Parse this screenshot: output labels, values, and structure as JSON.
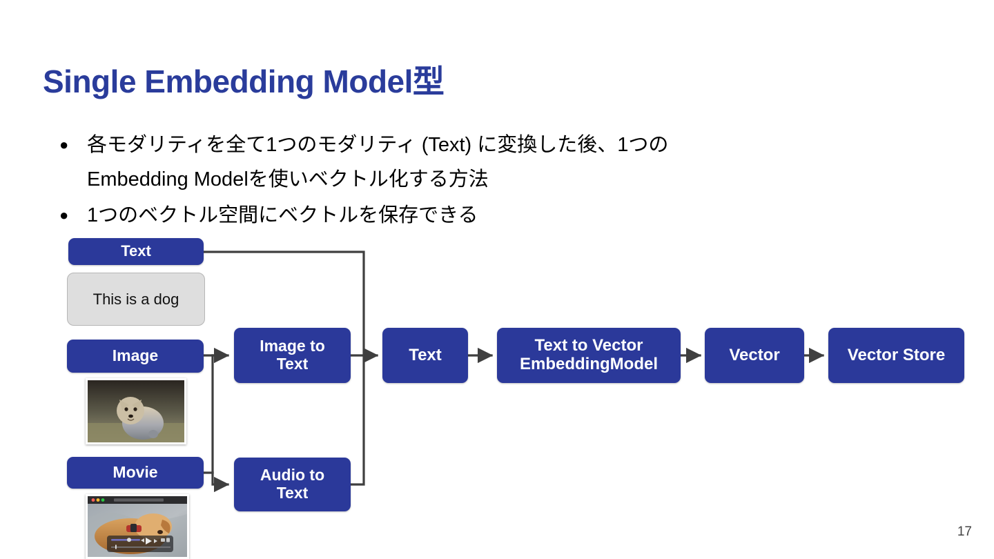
{
  "slide": {
    "title": "Single Embedding Model型",
    "page_number": "17",
    "title_color": "#2a3c9b",
    "node_color": "#2b399a",
    "text_sample_box_color": "#dedede",
    "background": "#ffffff"
  },
  "bullets": [
    {
      "marker": "●",
      "text": "各モダリティを全て1つのモダリティ (Text) に変換した後、1つの\nEmbedding Modelを使いベクトル化する方法"
    },
    {
      "marker": "●",
      "text": "1つのベクトル空間にベクトルを保存できる"
    }
  ],
  "diagram": {
    "nodes": {
      "text_source": "Text",
      "text_sample": "This is a dog",
      "image_source": "Image",
      "movie_source": "Movie",
      "image_to_text": "Image to\nText",
      "audio_to_text": "Audio to\nText",
      "text_unified": "Text",
      "embedding_model": "Text to Vector\nEmbeddingModel",
      "vector": "Vector",
      "vector_store": "Vector Store"
    },
    "thumbnails": {
      "dog_photo_alt": "dog-photo-thumbnail",
      "movie_player_alt": "movie-player-thumbnail"
    }
  }
}
